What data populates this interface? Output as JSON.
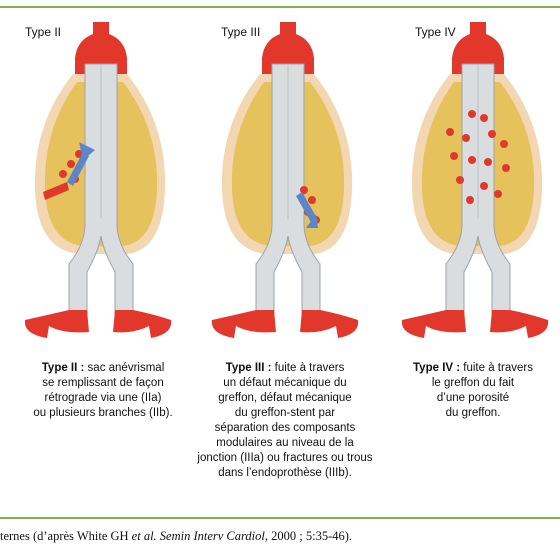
{
  "panels": [
    {
      "title": "Type II",
      "caption_bold": "Type II :",
      "caption_lines": [
        " sac anévrismal",
        "se remplissant  de façon",
        "rétrograde via une (IIa)",
        "ou plusieurs branches (IIb)."
      ]
    },
    {
      "title": "Type III",
      "caption_bold": "Type III :",
      "caption_lines": [
        " fuite à travers",
        "un défaut mécanique du",
        "greffon, défaut mécanique",
        "du greffon-stent par",
        "séparation des composants",
        "modulaires au niveau de la",
        "jonction (IIIa) ou fractures ou trous",
        "dans l’endoprothèse (IIIb)."
      ]
    },
    {
      "title": "Type IV",
      "caption_bold": "Type IV :",
      "caption_lines": [
        " fuite à travers",
        "le greffon du fait",
        "d’une porosité",
        "du greffon."
      ]
    }
  ],
  "footer": {
    "prefix": "ternes (d’après White GH ",
    "italic": "et al. Semin Interv Cardiol",
    "suffix": ", 2000 ; 5:35-46)."
  },
  "colors": {
    "artery_red": "#e2382c",
    "sac_yellow": "#e6c25c",
    "sac_outline": "#f2d7b2",
    "graft_gray": "#d9dde0",
    "flow_blue": "#5d86c8",
    "accent_green": "#7fb24a"
  }
}
